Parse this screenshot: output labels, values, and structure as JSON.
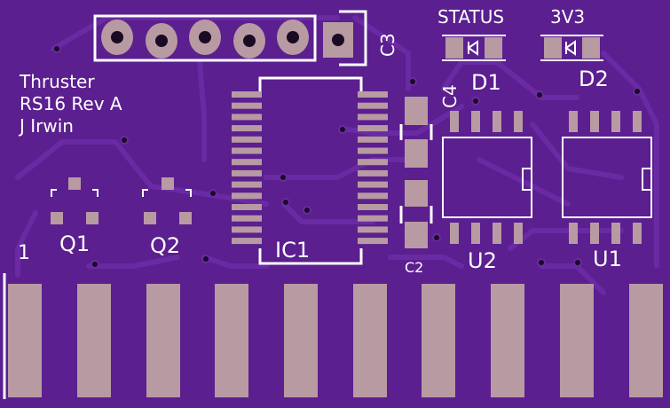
{
  "colors": {
    "board": "#5b1f8f",
    "trace": "#6a2aa3",
    "pad": "#b89aa3",
    "silk": "#ffffff",
    "via": "#1a0a24"
  },
  "silkscreen": {
    "project_title": "Thruster",
    "revision": "RS16 Rev A",
    "author": "J Irwin",
    "pin1_marker": "1"
  },
  "components": {
    "c3": "C3",
    "c4": "C4",
    "c2": "C2",
    "d1": "D1",
    "d2": "D2",
    "status_led_label": "STATUS",
    "power_led_label": "3V3",
    "ic1": "IC1",
    "u1": "U1",
    "u2": "U2",
    "q1": "Q1",
    "q2": "Q2"
  }
}
